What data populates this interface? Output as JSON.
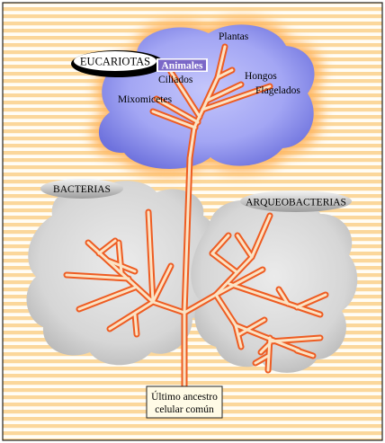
{
  "diagram": {
    "domains": {
      "eukaryotes": "EUCARIOTAS",
      "bacteria": "BACTERIAS",
      "archaea": "ARQUEOBACTERIAS"
    },
    "eukaryote_groups": {
      "animals": "Animales",
      "plants": "Plantas",
      "ciliates": "Ciliados",
      "fungi": "Hongos",
      "flagellates": "Flagelados",
      "slime_molds": "Mixomicetes"
    },
    "root": {
      "line1": "Último ancestro",
      "line2": "celular común"
    },
    "colors": {
      "frame": "#222222",
      "stripe": "#fbd79b",
      "stripe_bg": "#fffdf6",
      "eukaryote_cloud": "#8f92f0",
      "eukaryote_glow": "#ffc27a",
      "prokaryote_cloud": "#d4d4d4",
      "branch_fill": "#fbe3c4",
      "branch_edge": "#ee5c22",
      "root_box": "#fffbe6",
      "eucariotas_badge": "#000000",
      "animales_badge": "#7b68c8",
      "bacterias_pill": "#bdbdbd"
    }
  }
}
